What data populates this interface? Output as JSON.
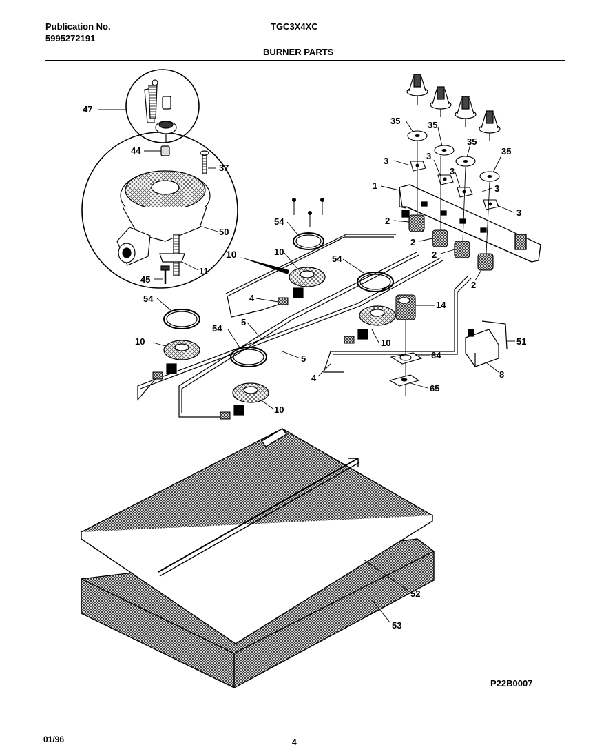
{
  "header": {
    "publication_label": "Publication No.",
    "publication_number": "5995272191",
    "model": "TGC3X4XC",
    "section_title": "BURNER PARTS"
  },
  "footer": {
    "date": "01/96",
    "page": "4",
    "diagram_code": "P22B0007"
  },
  "callouts": {
    "c1": "1",
    "c2a": "2",
    "c2b": "2",
    "c2c": "2",
    "c2d": "2",
    "c3a": "3",
    "c3b": "3",
    "c3c": "3",
    "c3d": "3",
    "c4a": "4",
    "c4b": "4",
    "c5a": "5",
    "c5b": "5",
    "c8": "8",
    "c10a": "10",
    "c10b": "10",
    "c10c": "10",
    "c10d": "10",
    "c10e": "10",
    "c11": "11",
    "c14": "14",
    "c35a": "35",
    "c35b": "35",
    "c35c": "35",
    "c35d": "35",
    "c37": "37",
    "c44": "44",
    "c45": "45",
    "c47": "47",
    "c50": "50",
    "c51": "51",
    "c52": "52",
    "c53": "53",
    "c54a": "54",
    "c54b": "54",
    "c54c": "54",
    "c54d": "54",
    "c64": "64",
    "c65": "65"
  }
}
